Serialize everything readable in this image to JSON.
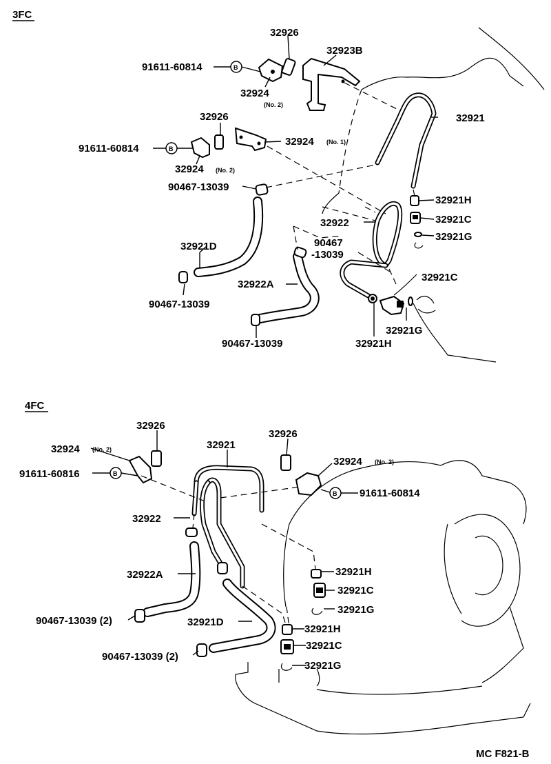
{
  "figure_code": "MC F821-B",
  "sections": {
    "s3fc": {
      "title": "3FC",
      "labels": {
        "p32926_a": "32926",
        "p32923b": "32923B",
        "bolt_a": "91611-60814",
        "p32924_a": "32924",
        "p32924_a_note": "(No. 2)",
        "p32921": "32921",
        "p32926_b": "32926",
        "bolt_b": "91611-60814",
        "p32924_b": "32924",
        "p32924_b_note": "(No. 1)",
        "p32924_c": "32924",
        "p32924_c_note": "(No. 2)",
        "clamp_a": "90467-13039",
        "p32921h_a": "32921H",
        "p32921c_a": "32921C",
        "p32922": "32922",
        "p32921g_a": "32921G",
        "p32921d": "32921D",
        "clamp_b_1": "90467",
        "clamp_b_2": "-13039",
        "p32922a": "32922A",
        "p32921c_b": "32921C",
        "clamp_c": "90467-13039",
        "p32921g_b": "32921G",
        "clamp_d": "90467-13039",
        "p32921h_b": "32921H"
      }
    },
    "s4fc": {
      "title": "4FC",
      "labels": {
        "p32926_a": "32926",
        "p32921": "32921",
        "p32926_b": "32926",
        "p32924_a": "32924",
        "p32924_a_note": "(No. 2)",
        "p32924_b": "32924",
        "p32924_b_note": "(No. 2)",
        "bolt_a": "91611-60816",
        "bolt_b": "91611-60814",
        "p32922": "32922",
        "p32922a": "32922A",
        "p32921h_a": "32921H",
        "p32921c_a": "32921C",
        "p32921g_a": "32921G",
        "clamp_a": "90467-13039 (2)",
        "p32921d": "32921D",
        "p32921h_b": "32921H",
        "p32921c_b": "32921C",
        "clamp_b": "90467-13039 (2)",
        "p32921g_b": "32921G"
      }
    }
  },
  "bolt_marker": "B"
}
